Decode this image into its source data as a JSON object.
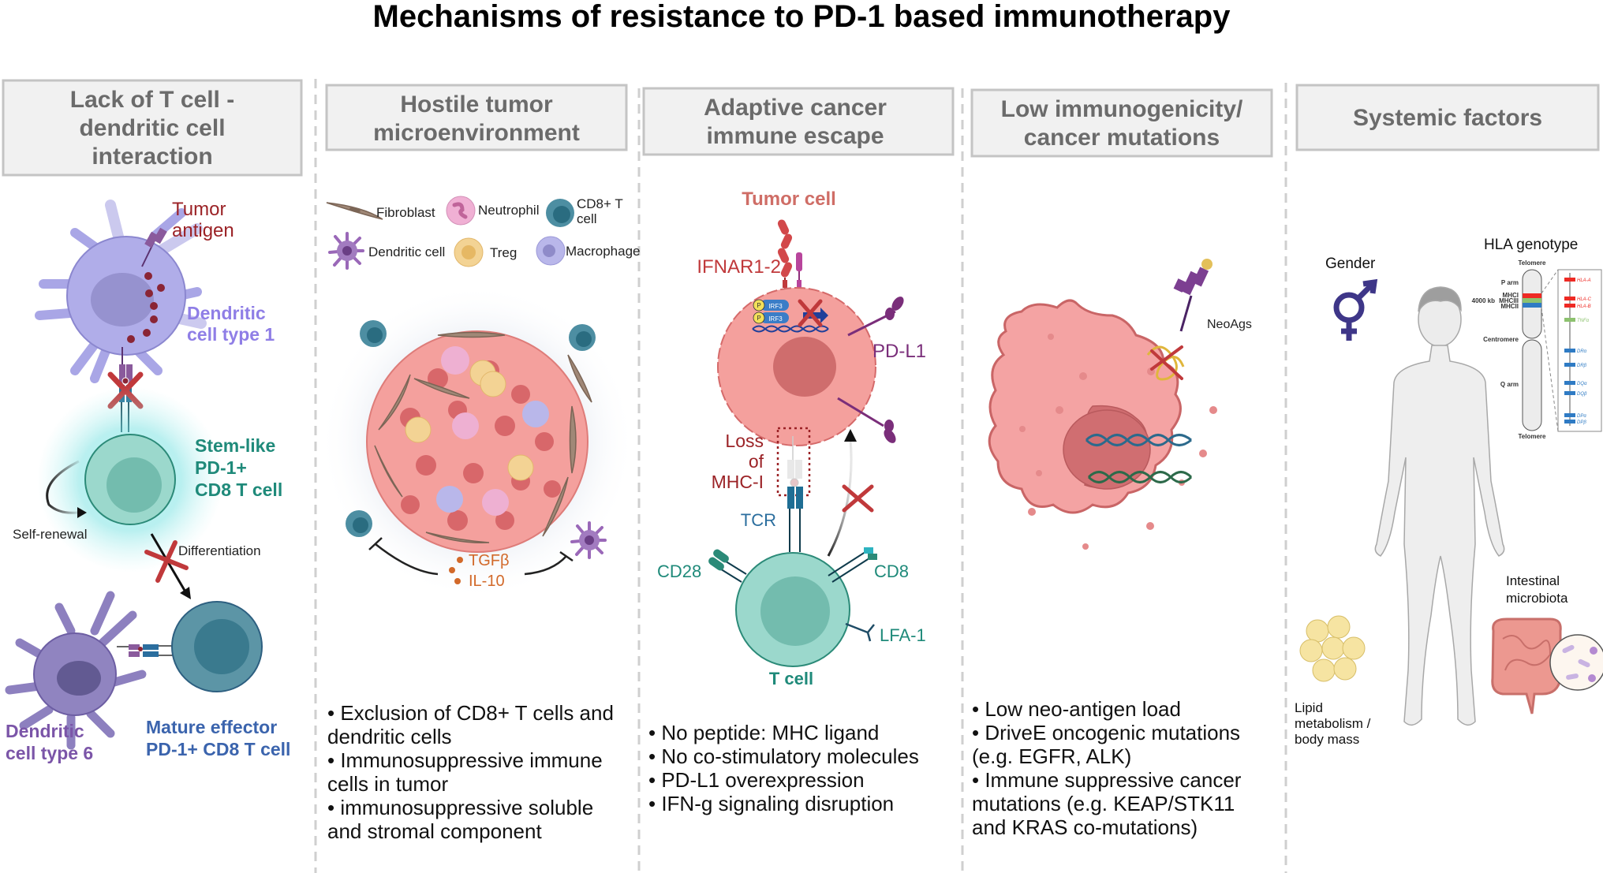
{
  "title": "Mechanisms of resistance to PD-1 based immunotherapy",
  "colors": {
    "header_text": "#6b6b6b",
    "tumor_red": "#9b2226",
    "dc1_purple": "#8f7ee6",
    "stem_teal": "#1f8a7a",
    "dc6_purple": "#7b55a8",
    "effector_blue": "#3b64ad",
    "cytokine_orange": "#d2692a",
    "tumor_cell_salmon": "#cf6d66",
    "pdl1_purple": "#7a2e7a",
    "tcr_blue": "#2b6e9e",
    "inhibit_red": "#c0393b"
  },
  "panels": [
    {
      "header_lines": [
        "Lack of  T cell  -",
        "dendritic cell",
        "interaction"
      ],
      "labels": {
        "tumor_antigen": [
          "Tumor",
          "antigen"
        ],
        "dc1": [
          "Dendritic",
          "cell type 1"
        ],
        "stem_like": [
          "Stem-like",
          "PD-1+",
          "CD8 T cell"
        ],
        "self_renewal": "Self-renewal",
        "differentiation": "Differentiation",
        "dc6": [
          "Dendritic",
          "cell type 6"
        ],
        "mature": [
          "Mature effector",
          "PD-1+ CD8 T cell"
        ]
      }
    },
    {
      "header_lines": [
        "Hostile tumor",
        "microenvironment"
      ],
      "legend": [
        {
          "icon": "fibroblast-icon",
          "label": [
            "Fibroblast"
          ]
        },
        {
          "icon": "neutrophil-icon",
          "label": [
            "Neutrophil"
          ]
        },
        {
          "icon": "cd8-t-cell-icon",
          "label": [
            "CD8+ T",
            "cell"
          ]
        },
        {
          "icon": "dendritic-cell-icon",
          "label": [
            "Dendritic cell"
          ]
        },
        {
          "icon": "treg-icon",
          "label": [
            "Treg"
          ]
        },
        {
          "icon": "macrophage-icon",
          "label": [
            "Macrophage"
          ]
        }
      ],
      "cytokines": [
        "TGFβ",
        "IL-10"
      ],
      "bullets": [
        [
          "• Exclusion of CD8+ T cells and",
          "dendritic cells"
        ],
        [
          "• Immunosuppressive immune",
          "cells in tumor"
        ],
        [
          "• immunosuppressive soluble",
          "and stromal component"
        ]
      ]
    },
    {
      "header_lines": [
        "Adaptive cancer",
        "immune escape"
      ],
      "labels": {
        "tumor_cell": "Tumor cell",
        "ifnar": "IFNAR1-2",
        "irf3": "IRF3",
        "phospho": "P",
        "pdl1": "PD-L1",
        "loss_mhc": [
          "Loss",
          "of",
          "MHC-I"
        ],
        "tcr": "TCR",
        "cd28": "CD28",
        "cd8": "CD8",
        "lfa1": "LFA-1",
        "t_cell": "T cell"
      },
      "bullets": [
        [
          "• No peptide: MHC ligand"
        ],
        [
          "• No co-stimulatory molecules"
        ],
        [
          "• PD-L1 overexpression"
        ],
        [
          "• IFN-g signaling disruption"
        ]
      ]
    },
    {
      "header_lines": [
        "Low immunogenicity/",
        "cancer mutations"
      ],
      "labels": {
        "neoags": "NeoAgs"
      },
      "bullets": [
        [
          "• Low neo-antigen load"
        ],
        [
          "• DriveE oncogenic mutations",
          "(e.g. EGFR, ALK)"
        ],
        [
          "• Immune suppressive cancer",
          "mutations (e.g. KEAP/STK11",
          "and KRAS co-mutations)"
        ]
      ]
    },
    {
      "header_lines": [
        "Systemic factors"
      ],
      "labels": {
        "gender": "Gender",
        "hla": "HLA genotype",
        "intestinal": [
          "Intestinal",
          "microbiota"
        ],
        "lipid": [
          "Lipid",
          "metabolism /",
          "body mass"
        ]
      },
      "chromosome": {
        "telomere_top": "Telomere",
        "p_arm": "P arm",
        "kb": "4000 kb",
        "mhc_bands": [
          {
            "label": "MHCI",
            "color": "#ee2a24"
          },
          {
            "label": "MHCIII",
            "color": "#8dc26f"
          },
          {
            "label": "MHCII",
            "color": "#2f7bc4"
          }
        ],
        "centromere": "Centromere",
        "q_arm": "Q arm",
        "telomere_bottom": "Telomere",
        "genes": [
          {
            "label": "HLA-A",
            "color": "#ee2a24"
          },
          {
            "label": "HLA-C",
            "color": "#ee2a24"
          },
          {
            "label": "HLA-B",
            "color": "#ee2a24"
          },
          {
            "label": "TNFα",
            "color": "#8dc26f"
          },
          {
            "label": "DRα",
            "color": "#2f7bc4"
          },
          {
            "label": "DRβ",
            "color": "#2f7bc4"
          },
          {
            "label": "DQα",
            "color": "#2f7bc4"
          },
          {
            "label": "DQβ",
            "color": "#2f7bc4"
          },
          {
            "label": "DPα",
            "color": "#2f7bc4"
          },
          {
            "label": "DPβ",
            "color": "#2f7bc4"
          }
        ]
      }
    }
  ]
}
